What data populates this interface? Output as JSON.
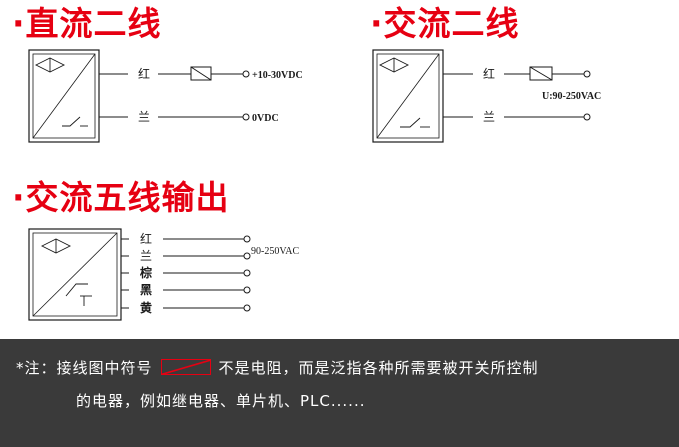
{
  "sections": {
    "dc_two_wire": {
      "title": "·直流二线",
      "wires": [
        {
          "label": "红",
          "terminal": "+10-30VDC"
        },
        {
          "label": "兰",
          "terminal": "0VDC"
        }
      ]
    },
    "ac_two_wire": {
      "title": "·交流二线",
      "wires": [
        {
          "label": "红"
        },
        {
          "label": "兰"
        }
      ],
      "voltage": "U:90-250VAC"
    },
    "ac_five_wire": {
      "title": "·交流五线输出",
      "wires": [
        {
          "label": "红"
        },
        {
          "label": "兰"
        },
        {
          "label": "棕"
        },
        {
          "label": "黑"
        },
        {
          "label": "黄"
        }
      ],
      "voltage": "90-250VAC"
    }
  },
  "note": {
    "prefix": "*注：接线图中符号",
    "suffix": "不是电阻，而是泛指各种所需要被开关所控制",
    "line2": "的电器，例如继电器、单片机、PLC......"
  },
  "colors": {
    "title": "#e60012",
    "note_bg": "#3a3a3a",
    "line": "#1a1a1a"
  }
}
